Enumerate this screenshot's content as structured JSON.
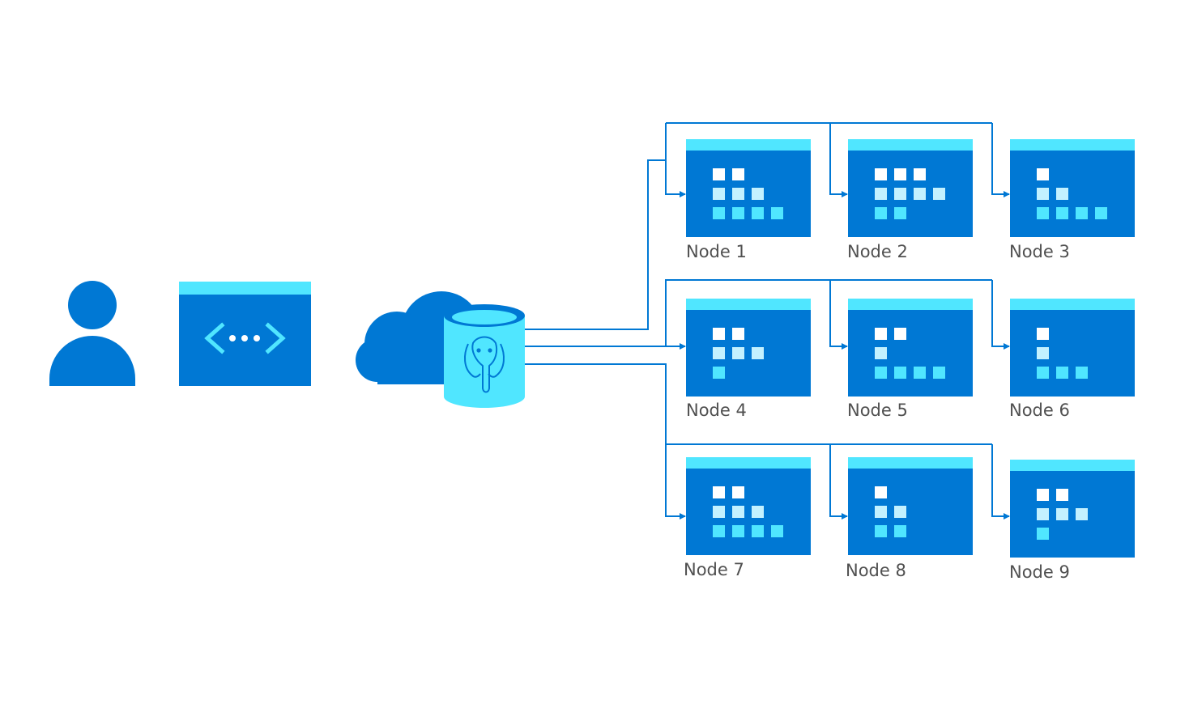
{
  "colors": {
    "primary_blue": "#0078d4",
    "light_cyan": "#50e6ff",
    "pale_cyan": "#c3f1ff",
    "white": "#ffffff",
    "label_gray": "#505050"
  },
  "icons": {
    "user": "user-icon",
    "app": "web-app-icon",
    "cloud": "cloud-icon",
    "database": "postgresql-database-icon",
    "node": "server-node-icon"
  },
  "nodes": [
    {
      "label": "Node 1"
    },
    {
      "label": "Node 2"
    },
    {
      "label": "Node 3"
    },
    {
      "label": "Node 4"
    },
    {
      "label": "Node 5"
    },
    {
      "label": "Node 6"
    },
    {
      "label": "Node 7"
    },
    {
      "label": "Node 8"
    },
    {
      "label": "Node 9"
    }
  ]
}
